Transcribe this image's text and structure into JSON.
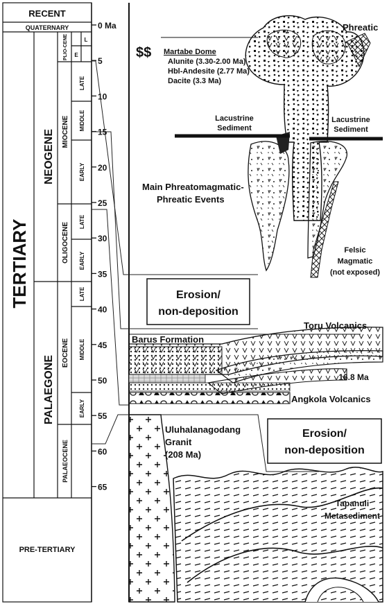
{
  "column": {
    "recent": "RECENT",
    "quaternary": "QUATERNARY",
    "tertiary": "TERTIARY",
    "pre_tertiary": "PRE-TERTIARY",
    "neogene": "NEOGENE",
    "palaeogene": "PALAEGONE",
    "pliocene": "PLIO-CENE",
    "miocene": "MIOCENE",
    "oligocene": "OLIGOCENE",
    "eocene": "EOCENE",
    "palaeocene": "PALAEOCENE",
    "e": "E",
    "l": "L",
    "late": "LATE",
    "middle": "MIDDLE",
    "early": "EARLY"
  },
  "age_ticks": [
    "0 Ma",
    "5",
    "10",
    "15",
    "20",
    "25",
    "30",
    "35",
    "40",
    "45",
    "50",
    "55",
    "60",
    "65"
  ],
  "labels": {
    "dollar": "$$",
    "martabe": "Martabe Dome",
    "alunite": "Alunite (3.30-2.00 Ma)",
    "hbl": "Hbl-Andesite (2.77 Ma)",
    "dacite": "Dacite (3.3 Ma)",
    "phreatic": "Phreatic",
    "lacustrine_left_1": "Lacustrine",
    "lacustrine_left_2": "Sediment",
    "lacustrine_right_1": "Lacustrine",
    "lacustrine_right_2": "Sediment",
    "main_events_1": "Main Phreatomagmatic-",
    "main_events_2": "Phreatic Events",
    "felsic_1": "Felsic",
    "felsic_2": "Magmatic",
    "felsic_3": "(not exposed)",
    "erosion1_1": "Erosion/",
    "erosion1_2": "non-deposition",
    "toru": "Toru Volcanics",
    "barus": "Barus Formation",
    "age_168": "16.8 Ma",
    "angkola": "Angkola Volcanics",
    "ulu_1": "Uluhalanagodang",
    "ulu_2": "Granit",
    "ulu_3": "(208 Ma)",
    "erosion2_1": "Erosion/",
    "erosion2_2": "non-deposition",
    "tapanuli_1": "Tapanuli",
    "tapanuli_2": "Metasediment"
  }
}
